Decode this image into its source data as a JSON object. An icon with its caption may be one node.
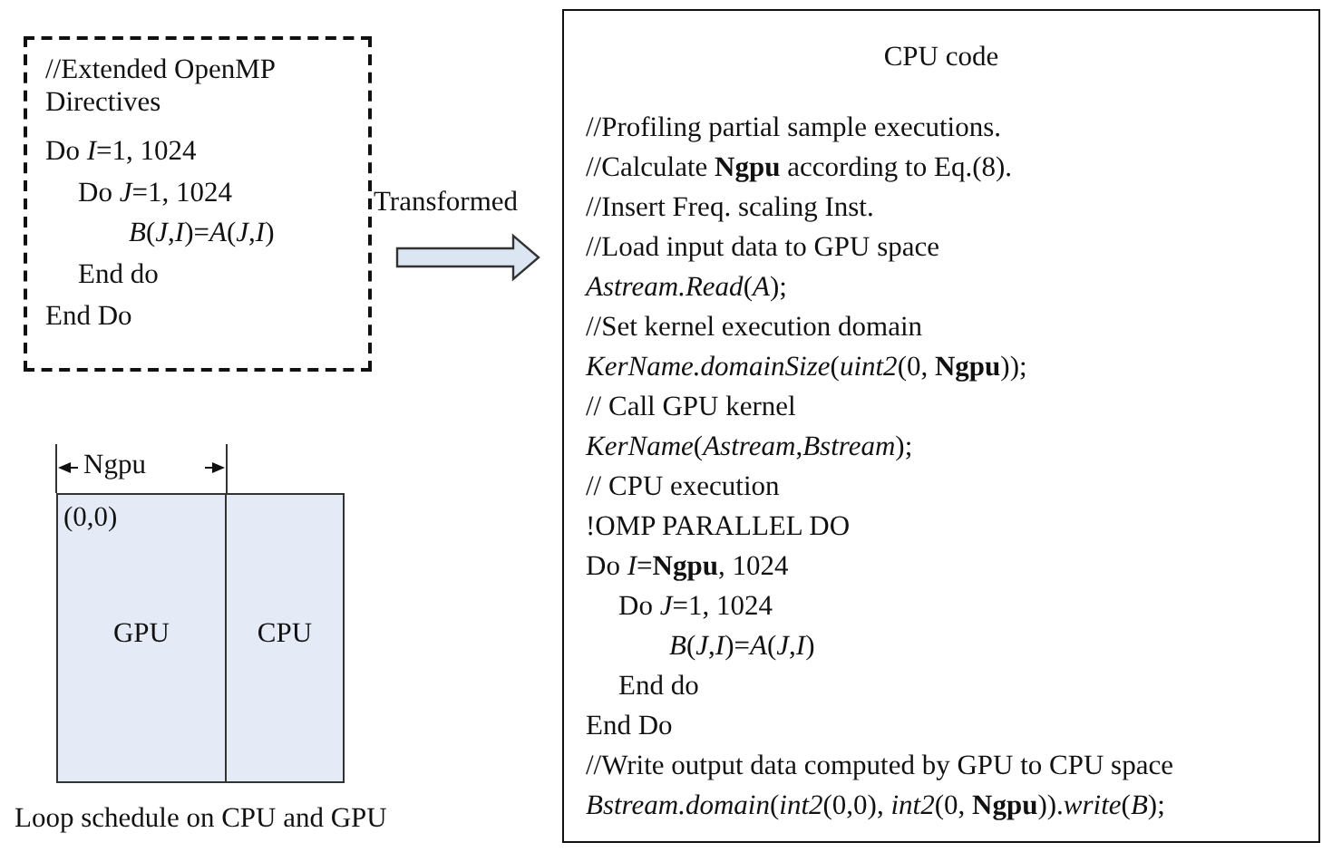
{
  "diagram": {
    "nodes": [
      {
        "text": [
          "//Extended OpenMP Directives",
          "Do *I*=1, 1024",
          "Do *J*=1, 1024",
          "*B*(*J*,*I*)=*A*(*J*,*I*)",
          "End do",
          "End Do"
        ]
      },
      {
        "text": [
          "CPU code",
          "//Profiling partial sample executions.",
          "//Calculate **Ngpu** according to Eq.(8).",
          "//Insert Freq. scaling Inst.",
          "//Load input data to GPU space",
          "*Astream.Read*(*A*);",
          "//Set kernel execution domain",
          "*KerName.domainSize*(*uint2*(0, **Ngpu**));",
          "// Call GPU kernel",
          "*KerName*(*Astream*,*Bstream*);",
          "// CPU execution",
          "!OMP PARALLEL DO",
          "Do *I*=**Ngpu**, 1024",
          "Do *J*=1, 1024",
          "*B*(*J*,*I*)=*A*(*J*,*I*)",
          "End do",
          "End Do",
          "//Write output data computed by GPU to CPU space",
          "*Bstream.domain*(*int2*(0,0), *int2*(0, **Ngpu**)).*write*(*B*);"
        ]
      },
      {
        "text": [
          "(0,0)",
          "GPU"
        ]
      },
      {
        "text": [
          "CPU"
        ]
      }
    ],
    "edges": [
      {
        "from": 0,
        "to": 1,
        "arrow": "to",
        "label": "Transformed"
      }
    ],
    "labels": [
      "Ngpu"
    ],
    "caption": "Loop schedule on CPU and GPU"
  }
}
